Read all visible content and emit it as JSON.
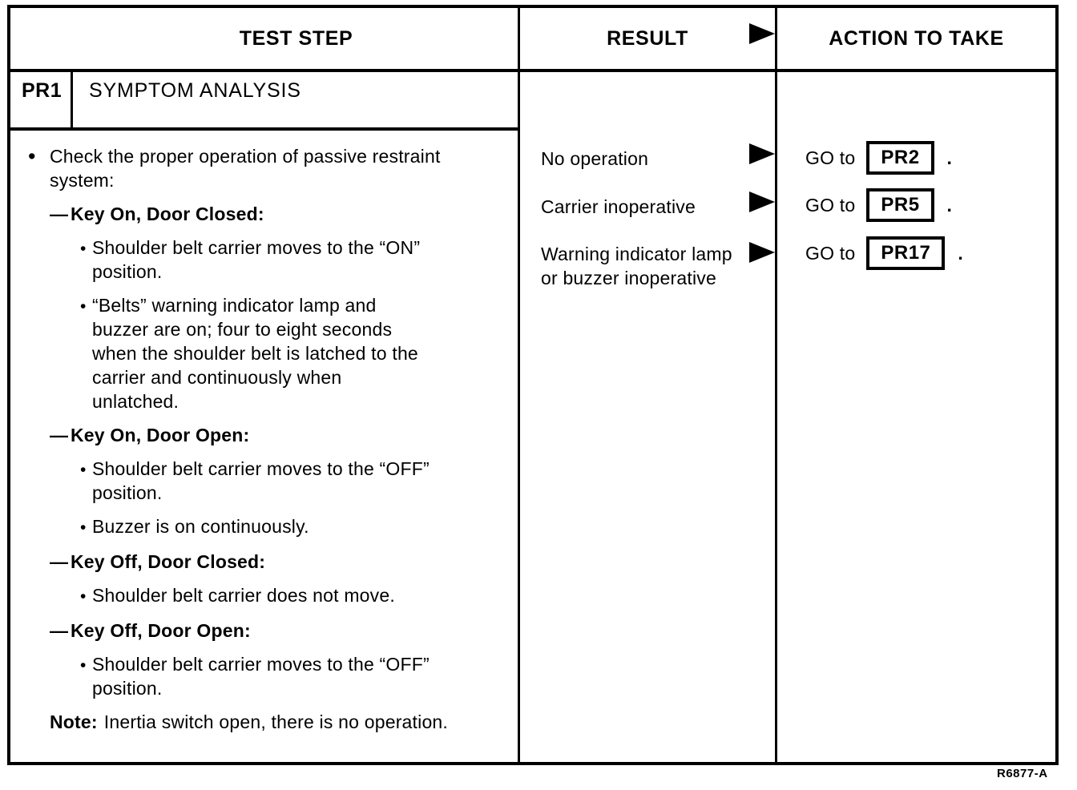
{
  "header": {
    "test_step": "TEST STEP",
    "result": "RESULT",
    "action": "ACTION TO TAKE"
  },
  "test": {
    "id": "PR1",
    "title": "SYMPTOM ANALYSIS"
  },
  "test_step": {
    "check_item": "Check the proper operation of passive restraint system:",
    "sections": [
      {
        "heading": "Key On, Door Closed:",
        "items": [
          "Shoulder belt carrier moves to the “ON” position.",
          "“Belts” warning indicator lamp and buzzer are on; four to eight seconds when the shoulder belt is latched to the carrier and continuously when unlatched."
        ]
      },
      {
        "heading": "Key On, Door Open:",
        "items": [
          "Shoulder belt carrier moves to the “OFF” position.",
          "Buzzer is on continuously."
        ]
      },
      {
        "heading": "Key Off, Door Closed:",
        "items": [
          "Shoulder belt carrier does not move."
        ]
      },
      {
        "heading": "Key Off, Door Open:",
        "items": [
          "Shoulder belt carrier moves to the “OFF” position."
        ]
      }
    ],
    "note_label": "Note:",
    "note_text": "Inertia switch open, there is no operation."
  },
  "results": [
    {
      "label": "No operation",
      "go": "GO to",
      "target": "PR2",
      "period": "."
    },
    {
      "label": "Carrier inoperative",
      "go": "GO to",
      "target": "PR5",
      "period": "."
    },
    {
      "label": "Warning indicator lamp or buzzer inoperative",
      "go": "GO to",
      "target": "PR17",
      "period": "."
    }
  ],
  "figure_ref": "R6877-A"
}
